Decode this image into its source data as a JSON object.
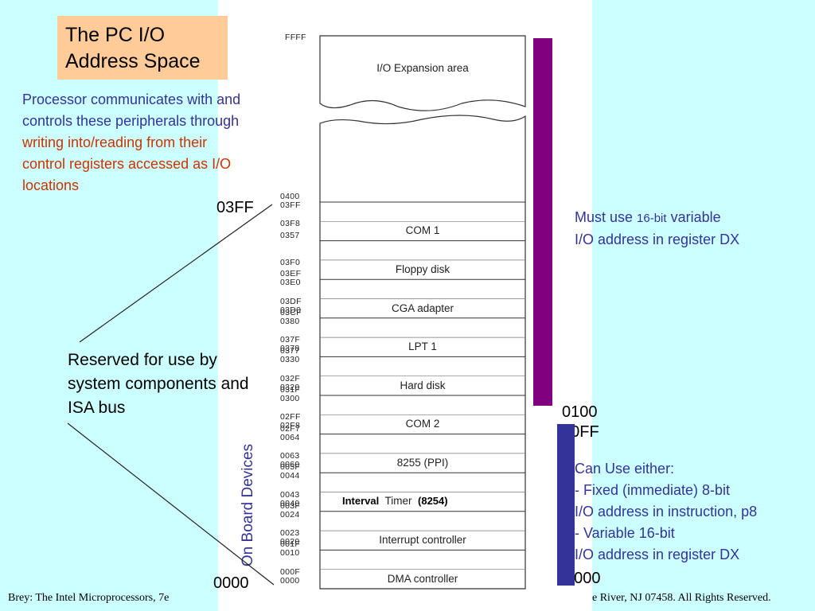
{
  "title": {
    "line1": "The PC I/O",
    "line2": "Address Space"
  },
  "processor_text": {
    "part1": "Processor communicates with and controls these peripherals through ",
    "part2": "writing into/reading from their control registers accessed as I/O locations"
  },
  "reserved_text": "Reserved for use by system components and ISA bus",
  "labels": {
    "a03ff": "03FF",
    "a0000_left": "0000",
    "a0100": "0100",
    "a00ff": "00FF",
    "a0000_right": "0000",
    "on_board": "On Board Devices"
  },
  "must_use": {
    "pre": "Must use ",
    "small": "16-bit",
    "post": " variable",
    "line2": "I/O address in register DX"
  },
  "can_use": {
    "line1": "Can Use either:",
    "line2": "- Fixed (immediate) 8-bit",
    "line3": "I/O address in instruction, p8",
    "line4": "- Variable 16-bit",
    "line5": "I/O address in register DX"
  },
  "memory_map": {
    "top_address": "FFFF",
    "expansion_label": "I/O Expansion area",
    "blocks": [
      {
        "label": "COM 1",
        "upper": "0400\n03FF",
        "lower": "03F8"
      },
      {
        "label": "Floppy disk",
        "upper": "0357",
        "lower": "03F0"
      },
      {
        "label": "CGA adapter",
        "upper": "03EF\n03E0",
        "lower": "03DF\n03D0"
      },
      {
        "label": "LPT 1",
        "upper": "03CF\n0380",
        "lower": "037F\n0378"
      },
      {
        "label": "Hard disk",
        "upper": "0377\n0330",
        "lower": "032F\n0320"
      },
      {
        "label": "COM 2",
        "upper": "031F\n0300",
        "lower": "02FF\n02F8"
      },
      {
        "label": "8255 (PPI)",
        "upper": "02F7\n0064",
        "lower": "0063\n0060"
      },
      {
        "label": "Timer",
        "upper": "005F\n0044",
        "lower": "0043\n0040"
      },
      {
        "label": "Interrupt controller",
        "upper": "003F\n0024",
        "lower": "0023\n0020"
      },
      {
        "label": "DMA controller",
        "upper": "001F\n0010",
        "lower": "000F\n0000"
      }
    ],
    "timer_extra": {
      "interval": "Interval",
      "chip": "(8254)"
    }
  },
  "footer": {
    "left": "Brey: The Intel Microprocessors, 7e",
    "right": "e River, NJ 07458. All Rights Reserved."
  },
  "colors": {
    "background": "#ccffff",
    "title_box": "#ffcc99",
    "text_blue": "#333399",
    "text_red": "#cc3300",
    "bar_purple": "#800080",
    "bar_blue": "#333399"
  }
}
